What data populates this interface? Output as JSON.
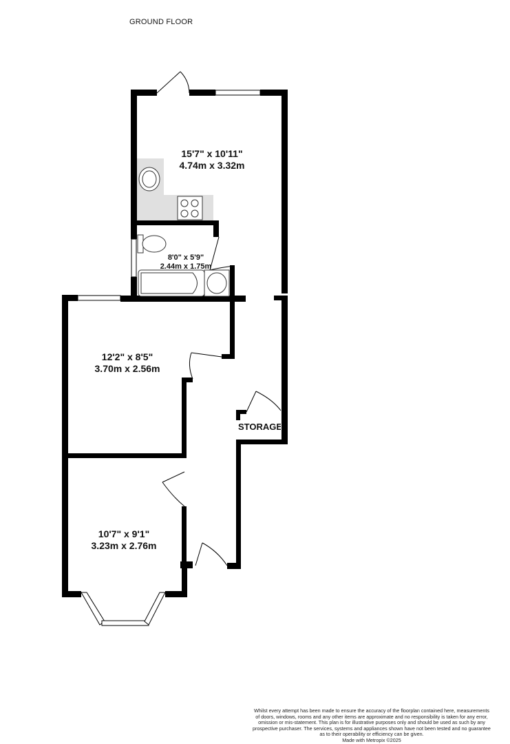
{
  "title": "GROUND FLOOR",
  "rooms": [
    {
      "imperial": "15'7\"  x 10'11\"",
      "metric": "4.74m  x 3.32m"
    },
    {
      "imperial": "8'0\"  x 5'9\"",
      "metric": "2.44m  x 1.75m"
    },
    {
      "imperial": "12'2\"  x 8'5\"",
      "metric": "3.70m  x 2.56m"
    },
    {
      "imperial": "10'7\"  x 9'1\"",
      "metric": "3.23m  x 2.76m"
    }
  ],
  "storage_label": "STORAGE",
  "disclaimer": [
    "Whilst every attempt has been made to ensure the accuracy of the floorplan contained here, measurements",
    "of doors, windows, rooms and any other items are approximate and no responsibility is taken for any error,",
    "omission or mis-statement. This plan is for illustrative purposes only and should be used as such by any",
    "prospective purchaser. The services, systems and appliances shown have not been tested and no guarantee",
    "as to their operability or efficiency can be given.",
    "Made with Metropix ©2025"
  ],
  "colors": {
    "wall": "#000000",
    "counter": "#e0e0e0"
  }
}
